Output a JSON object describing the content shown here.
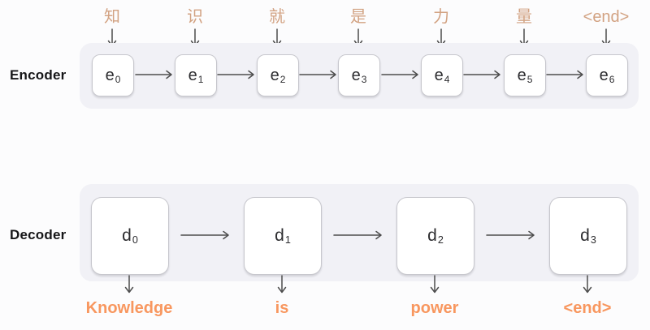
{
  "colors": {
    "page_bg": "#fcfcfd",
    "panel_bg": "#f1f1f6",
    "box_border": "#c7c7cd",
    "box_fill": "#ffffff",
    "box_text": "#2d2d30",
    "arrow": "#4d4d4d",
    "accent_input": "#d2a282",
    "accent_output": "#f8975f",
    "label_color": "#161618"
  },
  "input_tokens": [
    "知",
    "识",
    "就",
    "是",
    "力",
    "量",
    "<end>"
  ],
  "output_tokens": [
    "Knowledge",
    "is",
    "power",
    "<end>"
  ],
  "encoder": {
    "label": "Encoder",
    "units": [
      {
        "base": "e",
        "sub": "0"
      },
      {
        "base": "e",
        "sub": "1"
      },
      {
        "base": "e",
        "sub": "2"
      },
      {
        "base": "e",
        "sub": "3"
      },
      {
        "base": "e",
        "sub": "4"
      },
      {
        "base": "e",
        "sub": "5"
      },
      {
        "base": "e",
        "sub": "6"
      }
    ]
  },
  "decoder": {
    "label": "Decoder",
    "units": [
      {
        "base": "d",
        "sub": "0"
      },
      {
        "base": "d",
        "sub": "1"
      },
      {
        "base": "d",
        "sub": "2"
      },
      {
        "base": "d",
        "sub": "3"
      }
    ]
  }
}
